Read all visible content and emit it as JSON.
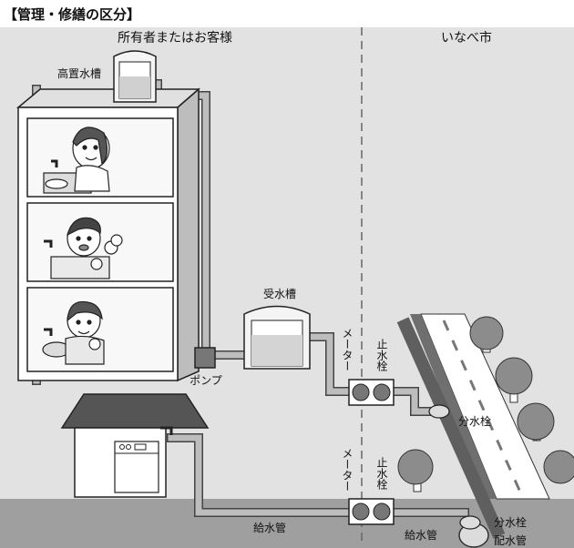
{
  "title": "【管理・修繕の区分】",
  "header": {
    "left": "所有者またはお客様",
    "right": "いなべ市"
  },
  "labels": {
    "elevated_tank": "高置水槽",
    "receiving_tank": "受水槽",
    "pump": "ポンプ",
    "meter": "メーター",
    "stop_valve": "止水栓",
    "branch_valve": "分水栓",
    "supply_pipe": "給水管",
    "distribution_pipe": "配水管"
  },
  "colors": {
    "background_band": "#e2e2e2",
    "ground": "#9f9f9f",
    "pipe": "#a9a9a9",
    "road_strip": "#6f6f6f",
    "tree": "#8c8c8c",
    "outline": "#222222"
  }
}
